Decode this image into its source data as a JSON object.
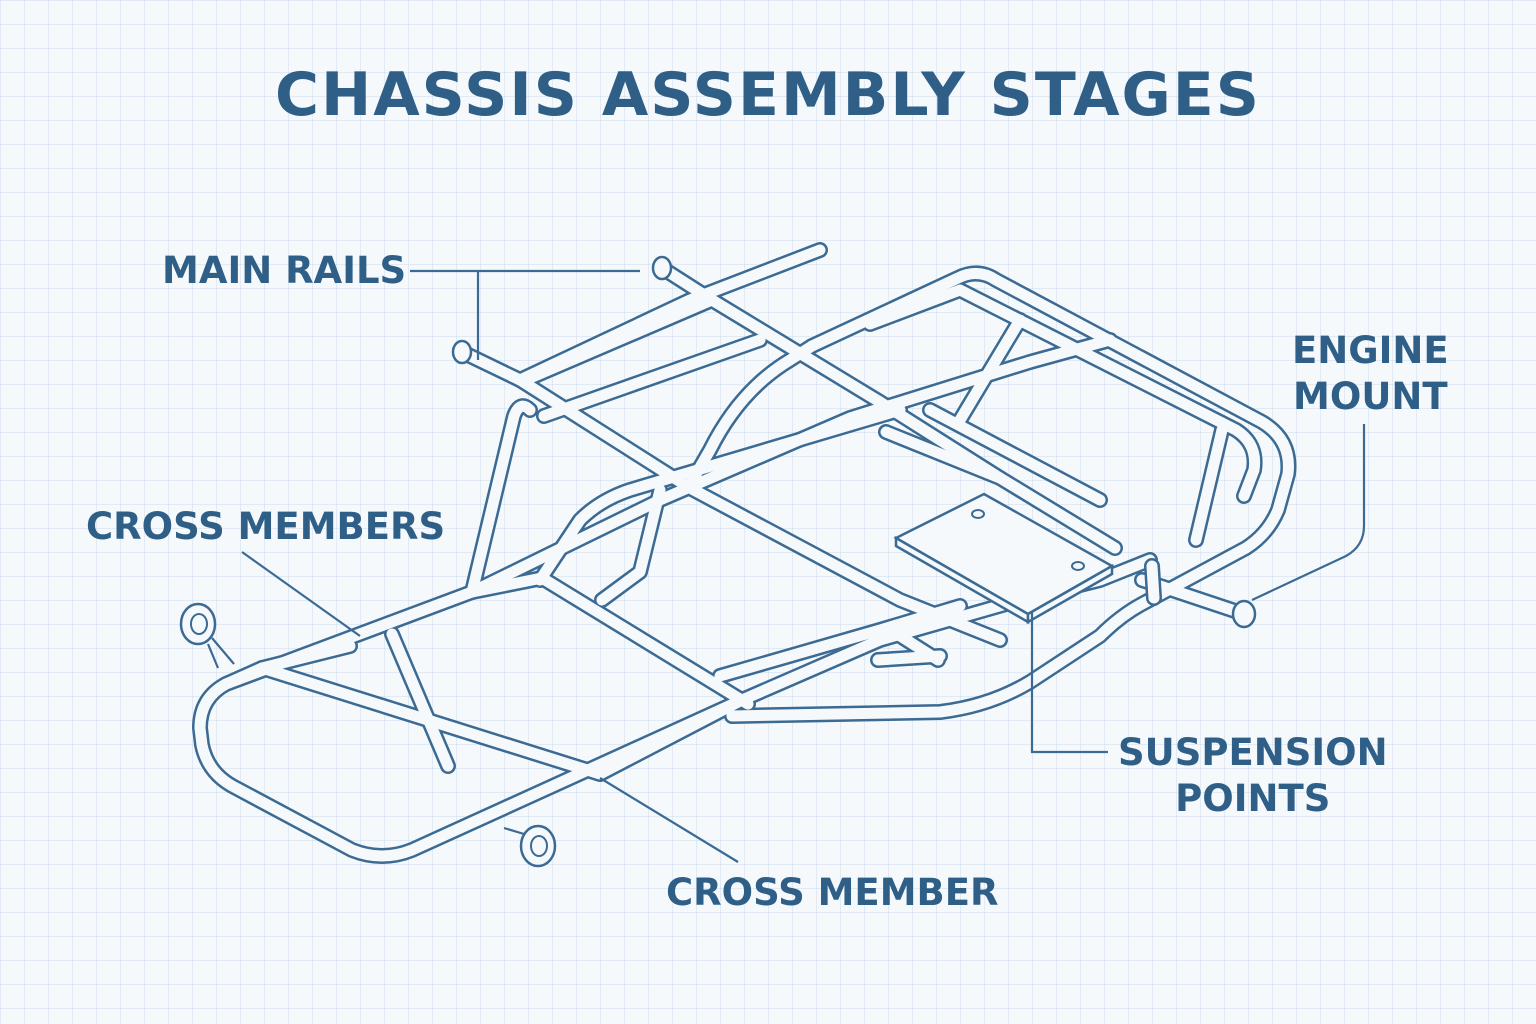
{
  "title": "CHASSIS ASSEMBLY STAGES",
  "labels": {
    "main_rails": "MAIN RAILS",
    "cross_members": "CROSS MEMBERS",
    "engine_mount_line1": "ENGINE",
    "engine_mount_line2": "MOUNT",
    "suspension_line1": "SUSPENSION",
    "suspension_line2": "POINTS",
    "cross_member": "CROSS MEMBER"
  },
  "colors": {
    "ink": "#2f5f87",
    "background": "#f6f9fc",
    "grid": "#96b9d7"
  }
}
